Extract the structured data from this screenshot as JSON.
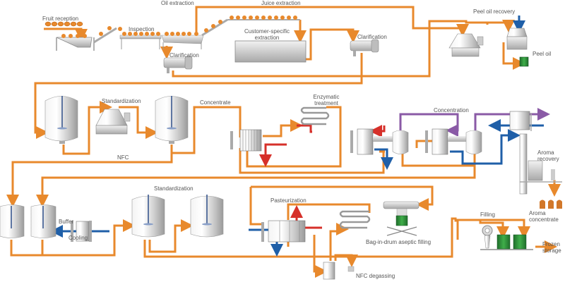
{
  "title": "Citrus juice processing line",
  "colors": {
    "product_pipe": "#e8892c",
    "cooling_water": "#1f5fa8",
    "heating_medium": "#d6302a",
    "vapour": "#8a5aa6",
    "steel": "#c8c8c8",
    "drum_green": "#2e8a3a",
    "fruit": "#e8892c",
    "label": "#555555"
  },
  "labels": {
    "fruit_reception": "Fruit reception",
    "inspection": "Inspection",
    "oil_extraction": "Oil extraction",
    "juice_extraction": "Juice extraction",
    "customer_specific_1": "Customer-specific",
    "customer_specific_2": "extraction",
    "clarification_1": "Clarification",
    "clarification_2": "Clarification",
    "peel_oil_recovery": "Peel oil recovery",
    "peel_oil": "Peel oil",
    "standardization_1": "Standardization",
    "concentrate": "Concentrate",
    "enzymatic_1": "Enzymatic",
    "enzymatic_2": "treatment",
    "concentration": "Concentration",
    "nfc": "NFC",
    "aroma_recovery_1": "Aroma",
    "aroma_recovery_2": "recovery",
    "aroma_concentrate_1": "Aroma",
    "aroma_concentrate_2": "concentrate",
    "buffer": "Buffer",
    "cooling": "Cooling",
    "standardization_2": "Standardization",
    "pasteurization": "Pasteurization",
    "bag_in_drum": "Bag-in-drum aseptic filling",
    "nfc_degassing": "NFC degassing",
    "filling": "Filling",
    "frozen_1": "Frozen",
    "frozen_2": "storage"
  },
  "equipment": [
    {
      "id": "fruit-hopper",
      "type": "hopper"
    },
    {
      "id": "inspection-conveyor",
      "type": "conveyor"
    },
    {
      "id": "oil-extraction-conveyor",
      "type": "conveyor"
    },
    {
      "id": "juice-extraction-conveyor",
      "type": "conveyor"
    },
    {
      "id": "customer-extractor",
      "type": "extractor"
    },
    {
      "id": "clarification-decanter-1",
      "type": "decanter"
    },
    {
      "id": "clarification-decanter-2",
      "type": "decanter"
    },
    {
      "id": "peel-oil-separator",
      "type": "separator"
    },
    {
      "id": "peel-oil-polisher",
      "type": "separator"
    },
    {
      "id": "peel-oil-drum",
      "type": "drum"
    },
    {
      "id": "tank-1",
      "type": "tank"
    },
    {
      "id": "standardization-separator",
      "type": "separator"
    },
    {
      "id": "tank-2",
      "type": "tank"
    },
    {
      "id": "enzymatic-heat-exchanger",
      "type": "plate-heat-exchanger"
    },
    {
      "id": "enzymatic-holding-tube",
      "type": "holding-tube"
    },
    {
      "id": "evaporator-phe-1",
      "type": "plate-heat-exchanger"
    },
    {
      "id": "evaporator-separator-1",
      "type": "vessel"
    },
    {
      "id": "evaporator-phe-2",
      "type": "plate-heat-exchanger"
    },
    {
      "id": "evaporator-separator-2",
      "type": "vessel"
    },
    {
      "id": "condenser-phe",
      "type": "plate-heat-exchanger"
    },
    {
      "id": "aroma-column",
      "type": "column"
    },
    {
      "id": "aroma-drums",
      "type": "drums"
    },
    {
      "id": "buffer-tank-1",
      "type": "tank"
    },
    {
      "id": "buffer-tank-2",
      "type": "tank"
    },
    {
      "id": "cooling-phe",
      "type": "plate-heat-exchanger"
    },
    {
      "id": "std-tank-1",
      "type": "tank"
    },
    {
      "id": "std-tank-2",
      "type": "tank"
    },
    {
      "id": "pasteurizer-phe",
      "type": "plate-heat-exchanger"
    },
    {
      "id": "pasteurizer-holding-tube",
      "type": "holding-tube"
    },
    {
      "id": "aseptic-filler",
      "type": "filler"
    },
    {
      "id": "deaerator",
      "type": "vessel"
    },
    {
      "id": "drum-filler",
      "type": "filler"
    },
    {
      "id": "frozen-drums",
      "type": "drums"
    }
  ]
}
